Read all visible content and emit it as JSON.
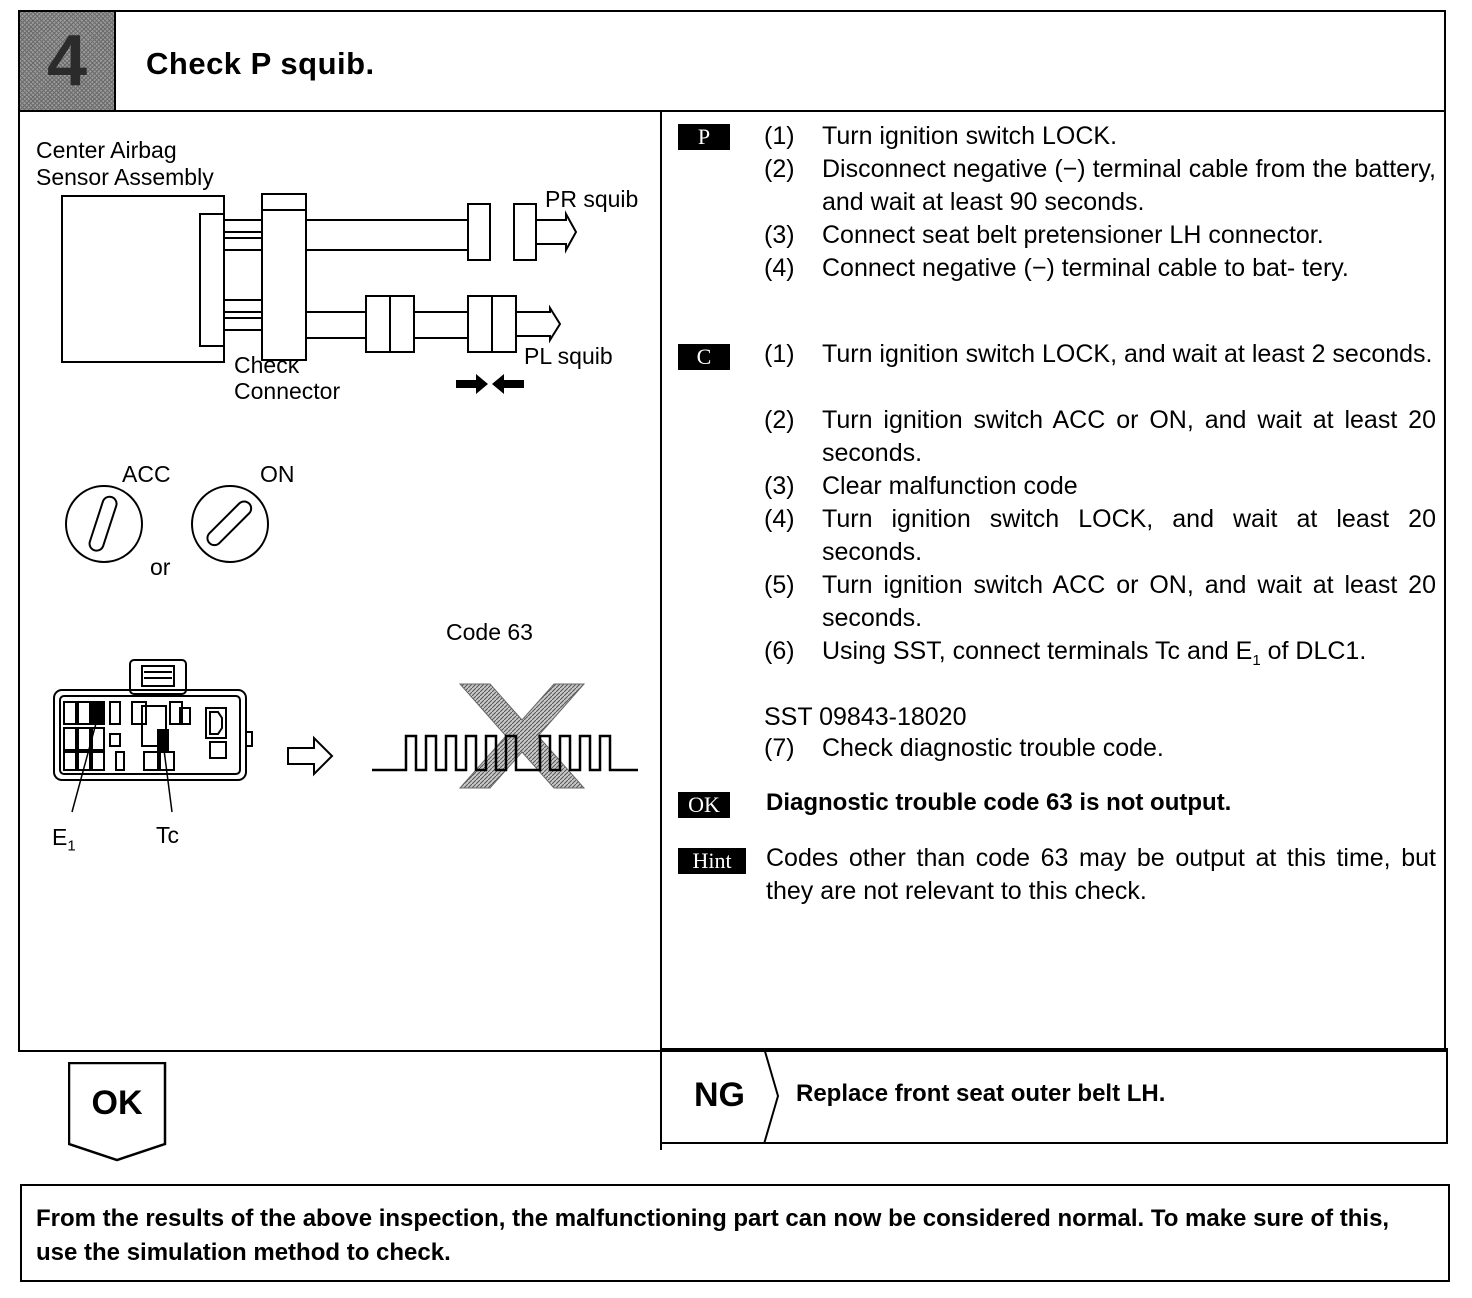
{
  "header": {
    "step_number": "4",
    "title": "Check P squib."
  },
  "diagram": {
    "sensor_label_line1": "Center Airbag",
    "sensor_label_line2": "Sensor Assembly",
    "pr_squib": "PR squib",
    "pl_squib": "PL squib",
    "check_connector_line1": "Check",
    "check_connector_line2": "Connector",
    "acc": "ACC",
    "on": "ON",
    "or": "or",
    "code": "Code 63",
    "e1": "E",
    "e1_sub": "1",
    "tc": "Tc"
  },
  "procedure": {
    "p_tag": "P",
    "c_tag": "C",
    "ok_tag": "OK",
    "hint_tag": "Hint",
    "p_steps": [
      {
        "num": "(1)",
        "text": "Turn ignition switch LOCK."
      },
      {
        "num": "(2)",
        "text": "Disconnect negative (−) terminal cable from the battery, and wait at least 90 seconds."
      },
      {
        "num": "(3)",
        "text": "Connect seat belt pretensioner LH connector."
      },
      {
        "num": "(4)",
        "text": "Connect negative (−) terminal cable to bat- tery."
      }
    ],
    "c_steps": [
      {
        "num": "(1)",
        "text": "Turn ignition switch LOCK, and wait at least 2 seconds."
      },
      {
        "num": "(2)",
        "text": "Turn ignition switch ACC or ON, and wait at least 20 seconds."
      },
      {
        "num": "(3)",
        "text": "Clear malfunction code"
      },
      {
        "num": "(4)",
        "text": "Turn ignition switch LOCK, and wait at least 20 seconds."
      },
      {
        "num": "(5)",
        "text": "Turn ignition switch ACC or ON, and wait at least 20 seconds."
      },
      {
        "num": "(6)",
        "text_before": "Using SST, connect terminals Tc and E",
        "text_sub": "1",
        "text_after": " of DLC1."
      }
    ],
    "sst": "SST 09843-18020",
    "c_step7": {
      "num": "(7)",
      "text": "Check diagnostic trouble code."
    },
    "ok_text": "Diagnostic trouble code 63 is not output.",
    "hint_text": "Codes other than code 63 may be output at this time, but they are not relevant to this check."
  },
  "result": {
    "ok_label": "OK",
    "ng_label": "NG",
    "ng_action": "Replace front seat outer belt LH."
  },
  "footer": {
    "text": "From the results of the above inspection, the malfunctioning part can now be considered normal. To make sure of this, use the simulation method to check."
  }
}
